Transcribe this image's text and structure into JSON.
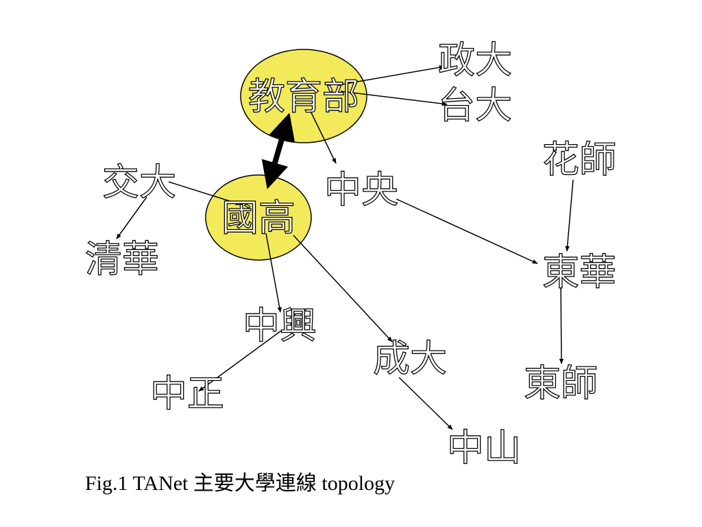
{
  "colors": {
    "hub_fill": "#f2ea5a",
    "line": "#000000",
    "text_stroke": "#000000",
    "text_fill": "#ffffff"
  },
  "nodes": [
    {
      "id": "moe",
      "label": "教育部",
      "hub": true
    },
    {
      "id": "guogao",
      "label": "國高",
      "hub": true
    },
    {
      "id": "zhengda",
      "label": "政大"
    },
    {
      "id": "taida",
      "label": "台大"
    },
    {
      "id": "jiaoda",
      "label": "交大"
    },
    {
      "id": "qinghua",
      "label": "清華"
    },
    {
      "id": "zhongyang",
      "label": "中央"
    },
    {
      "id": "huashi",
      "label": "花師"
    },
    {
      "id": "donghua",
      "label": "東華"
    },
    {
      "id": "zhongxing",
      "label": "中興"
    },
    {
      "id": "zhongzheng",
      "label": "中正"
    },
    {
      "id": "chengda",
      "label": "成大"
    },
    {
      "id": "dongshi",
      "label": "東師"
    },
    {
      "id": "zhongshan",
      "label": "中山"
    }
  ],
  "edges": [
    {
      "from": "moe",
      "to": "zhengda"
    },
    {
      "from": "moe",
      "to": "taida"
    },
    {
      "from": "moe",
      "to": "zhongyang"
    },
    {
      "from": "moe",
      "to": "guogao",
      "bold": true,
      "bidirectional": true
    },
    {
      "from": "jiaoda",
      "to": "guogao"
    },
    {
      "from": "jiaoda",
      "to": "qinghua"
    },
    {
      "from": "zhongyang",
      "to": "donghua"
    },
    {
      "from": "huashi",
      "to": "donghua"
    },
    {
      "from": "donghua",
      "to": "dongshi"
    },
    {
      "from": "guogao",
      "to": "zhongxing"
    },
    {
      "from": "guogao",
      "to": "chengda"
    },
    {
      "from": "zhongxing",
      "to": "zhongzheng"
    },
    {
      "from": "chengda",
      "to": "zhongshan"
    }
  ],
  "caption": "Fig.1 TANet 主要大學連線 topology"
}
